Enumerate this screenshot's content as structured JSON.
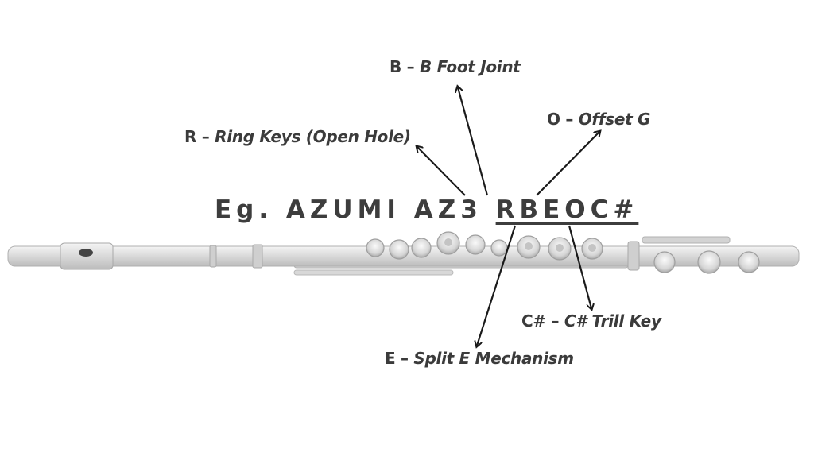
{
  "headline": {
    "prefix": "Eg. AZUMI AZ3 ",
    "code": "RBEOC#"
  },
  "labels": {
    "b": {
      "key": "B",
      "sep": " – ",
      "text": "B Foot Joint"
    },
    "r": {
      "key": "R",
      "sep": " – ",
      "text": "Ring Keys (Open Hole)"
    },
    "o": {
      "key": "O",
      "sep": " – ",
      "text": "Offset G"
    },
    "c": {
      "key": "C#",
      "sep": " – ",
      "text": "C# Trill Key"
    },
    "e": {
      "key": "E",
      "sep": " – ",
      "text": "Split E Mechanism"
    }
  },
  "colors": {
    "text": "#3b3b3b",
    "arrow": "#1a1a1a",
    "flute": "#e4e4e4",
    "flute_edge": "#b5b5b5"
  }
}
